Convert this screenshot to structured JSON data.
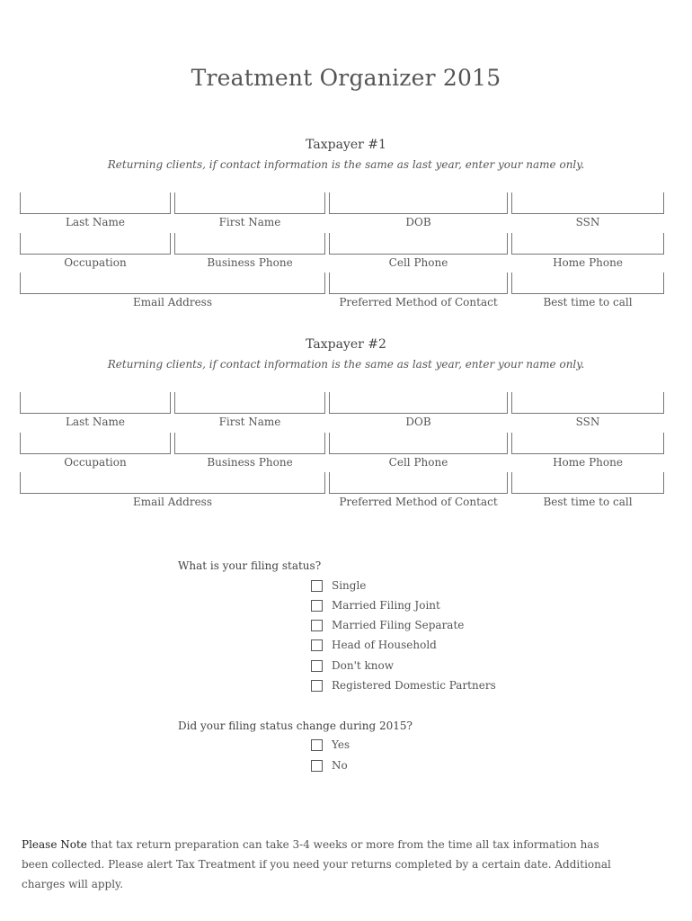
{
  "title": "Treatment Organizer 2015",
  "taxpayer1": {
    "heading": "Taxpayer #1",
    "subtitle": "Returning clients, if contact information is the same as last year, enter your name only.",
    "labels": {
      "last_name": "Last Name",
      "first_name": "First Name",
      "dob": "DOB",
      "ssn": "SSN",
      "occupation": "Occupation",
      "business_phone": "Business Phone",
      "cell_phone": "Cell Phone",
      "home_phone": "Home Phone",
      "email": "Email Address",
      "preferred_contact": "Preferred Method of Contact",
      "best_time": "Best time to call"
    }
  },
  "taxpayer2": {
    "heading": "Taxpayer #2",
    "subtitle": "Returning clients, if contact information is the same as last year, enter your name only.",
    "labels": {
      "last_name": "Last Name",
      "first_name": "First Name",
      "dob": "DOB",
      "ssn": "SSN",
      "occupation": "Occupation",
      "business_phone": "Business Phone",
      "cell_phone": "Cell Phone",
      "home_phone": "Home Phone",
      "email": "Email Address",
      "preferred_contact": "Preferred Method of Contact",
      "best_time": "Best time to call"
    }
  },
  "filing_status": {
    "question": "What is your filing status?",
    "options": [
      "Single",
      "Married Filing Joint",
      "Married Filing Separate",
      "Head of Household",
      "Don't know",
      "Registered Domestic Partners"
    ]
  },
  "status_change": {
    "question": "Did your filing status change during 2015?",
    "options": [
      "Yes",
      "No"
    ]
  },
  "note": {
    "lead": "Please Note",
    "text": " that tax return preparation can take 3-4 weeks or more from the time all tax information has been collected.  Please alert Tax Treatment if you need your returns completed by a certain date.  Additional charges will apply."
  }
}
